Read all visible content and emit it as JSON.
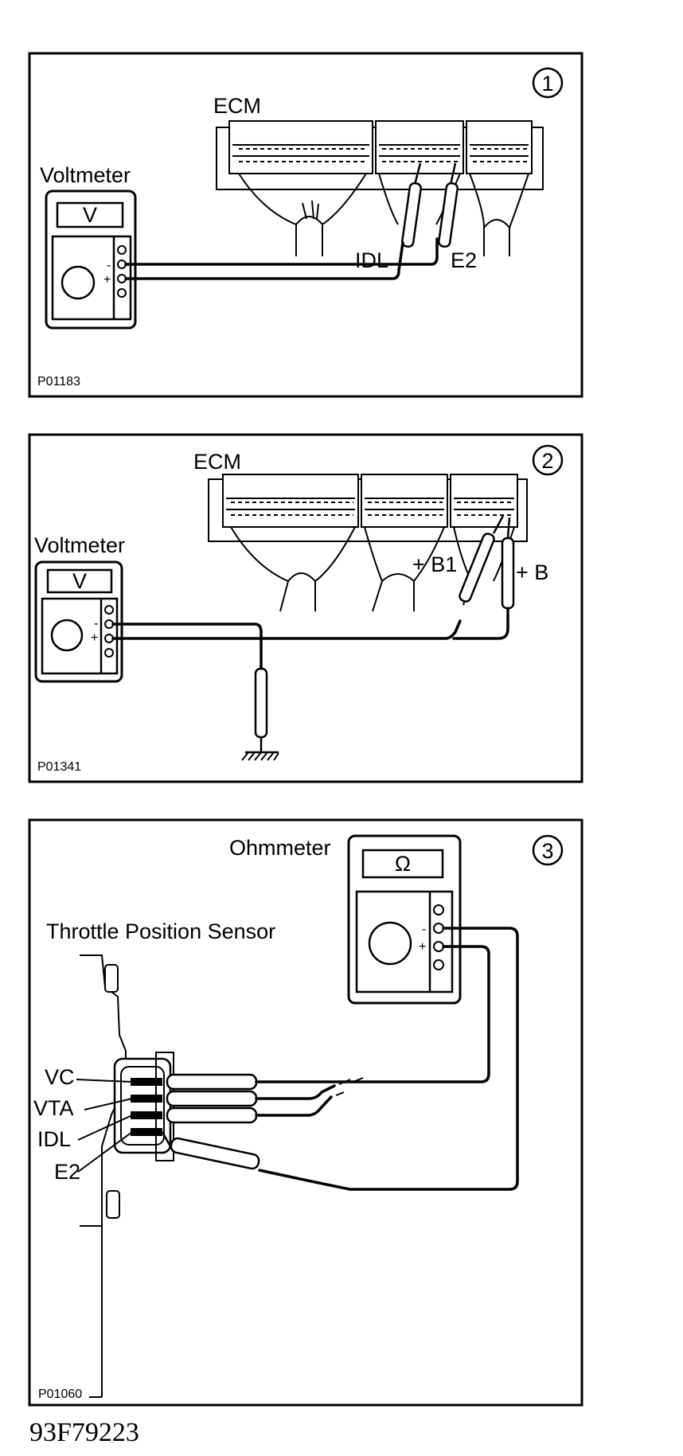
{
  "panel1": {
    "number": "1",
    "ecm_label": "ECM",
    "meter_label": "Voltmeter",
    "meter_display": "V",
    "minus": "-",
    "plus": "+",
    "probe_a": "IDL",
    "probe_b": "E2",
    "code": "P01183"
  },
  "panel2": {
    "number": "2",
    "ecm_label": "ECM",
    "meter_label": "Voltmeter",
    "meter_display": "V",
    "minus": "-",
    "plus": "+",
    "probe_a": "+ B1",
    "probe_b": "+ B",
    "code": "P01341"
  },
  "panel3": {
    "number": "3",
    "meter_label": "Ohmmeter",
    "meter_display": "Ω",
    "minus": "-",
    "plus": "+",
    "sensor_label": "Throttle Position Sensor",
    "terminals": [
      "VC",
      "VTA",
      "IDL",
      "E2"
    ],
    "code": "P01060"
  },
  "figure_id": "93F79223"
}
